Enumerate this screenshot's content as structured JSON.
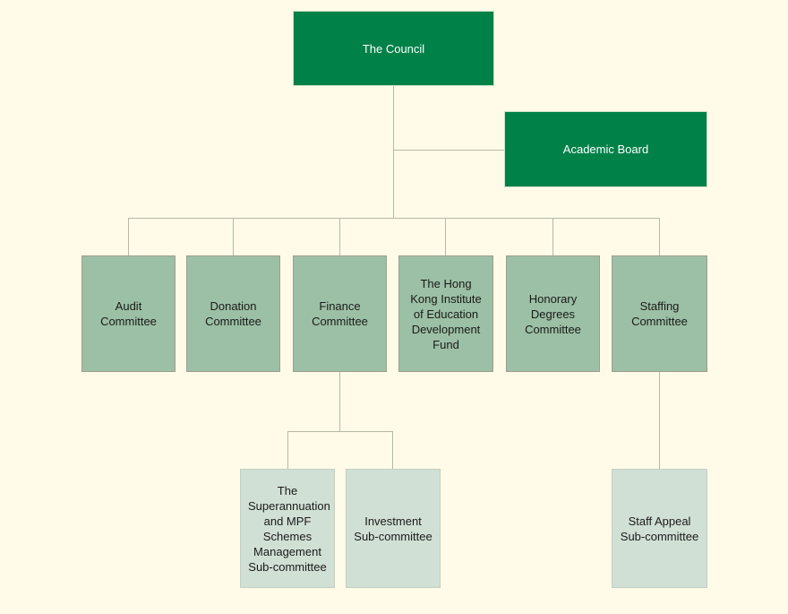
{
  "chart": {
    "type": "org-chart",
    "nodes": {
      "council": {
        "label": "The Council"
      },
      "academic_board": {
        "label": "Academic Board"
      }
    },
    "committees": [
      {
        "label": "Audit Committee"
      },
      {
        "label": "Donation Committee"
      },
      {
        "label": "Finance Committee"
      },
      {
        "label": "The Hong Kong Institute of Education Development Fund"
      },
      {
        "label": "Honorary Degrees Committee"
      },
      {
        "label": "Staffing Committee"
      }
    ],
    "finance_subcommittees": [
      {
        "label": "The Superannuation and MPF Schemes Management Sub-committee"
      },
      {
        "label": "Investment Sub-committee"
      }
    ],
    "staffing_subcommittees": [
      {
        "label": "Staff Appeal Sub-committee"
      }
    ],
    "colors": {
      "background": "#FFFBE8",
      "primary_node": "#008148",
      "committee_node": "#9CC0A5",
      "subcommittee_node": "#D1E0D5",
      "connector": "#B6B9A8"
    }
  }
}
